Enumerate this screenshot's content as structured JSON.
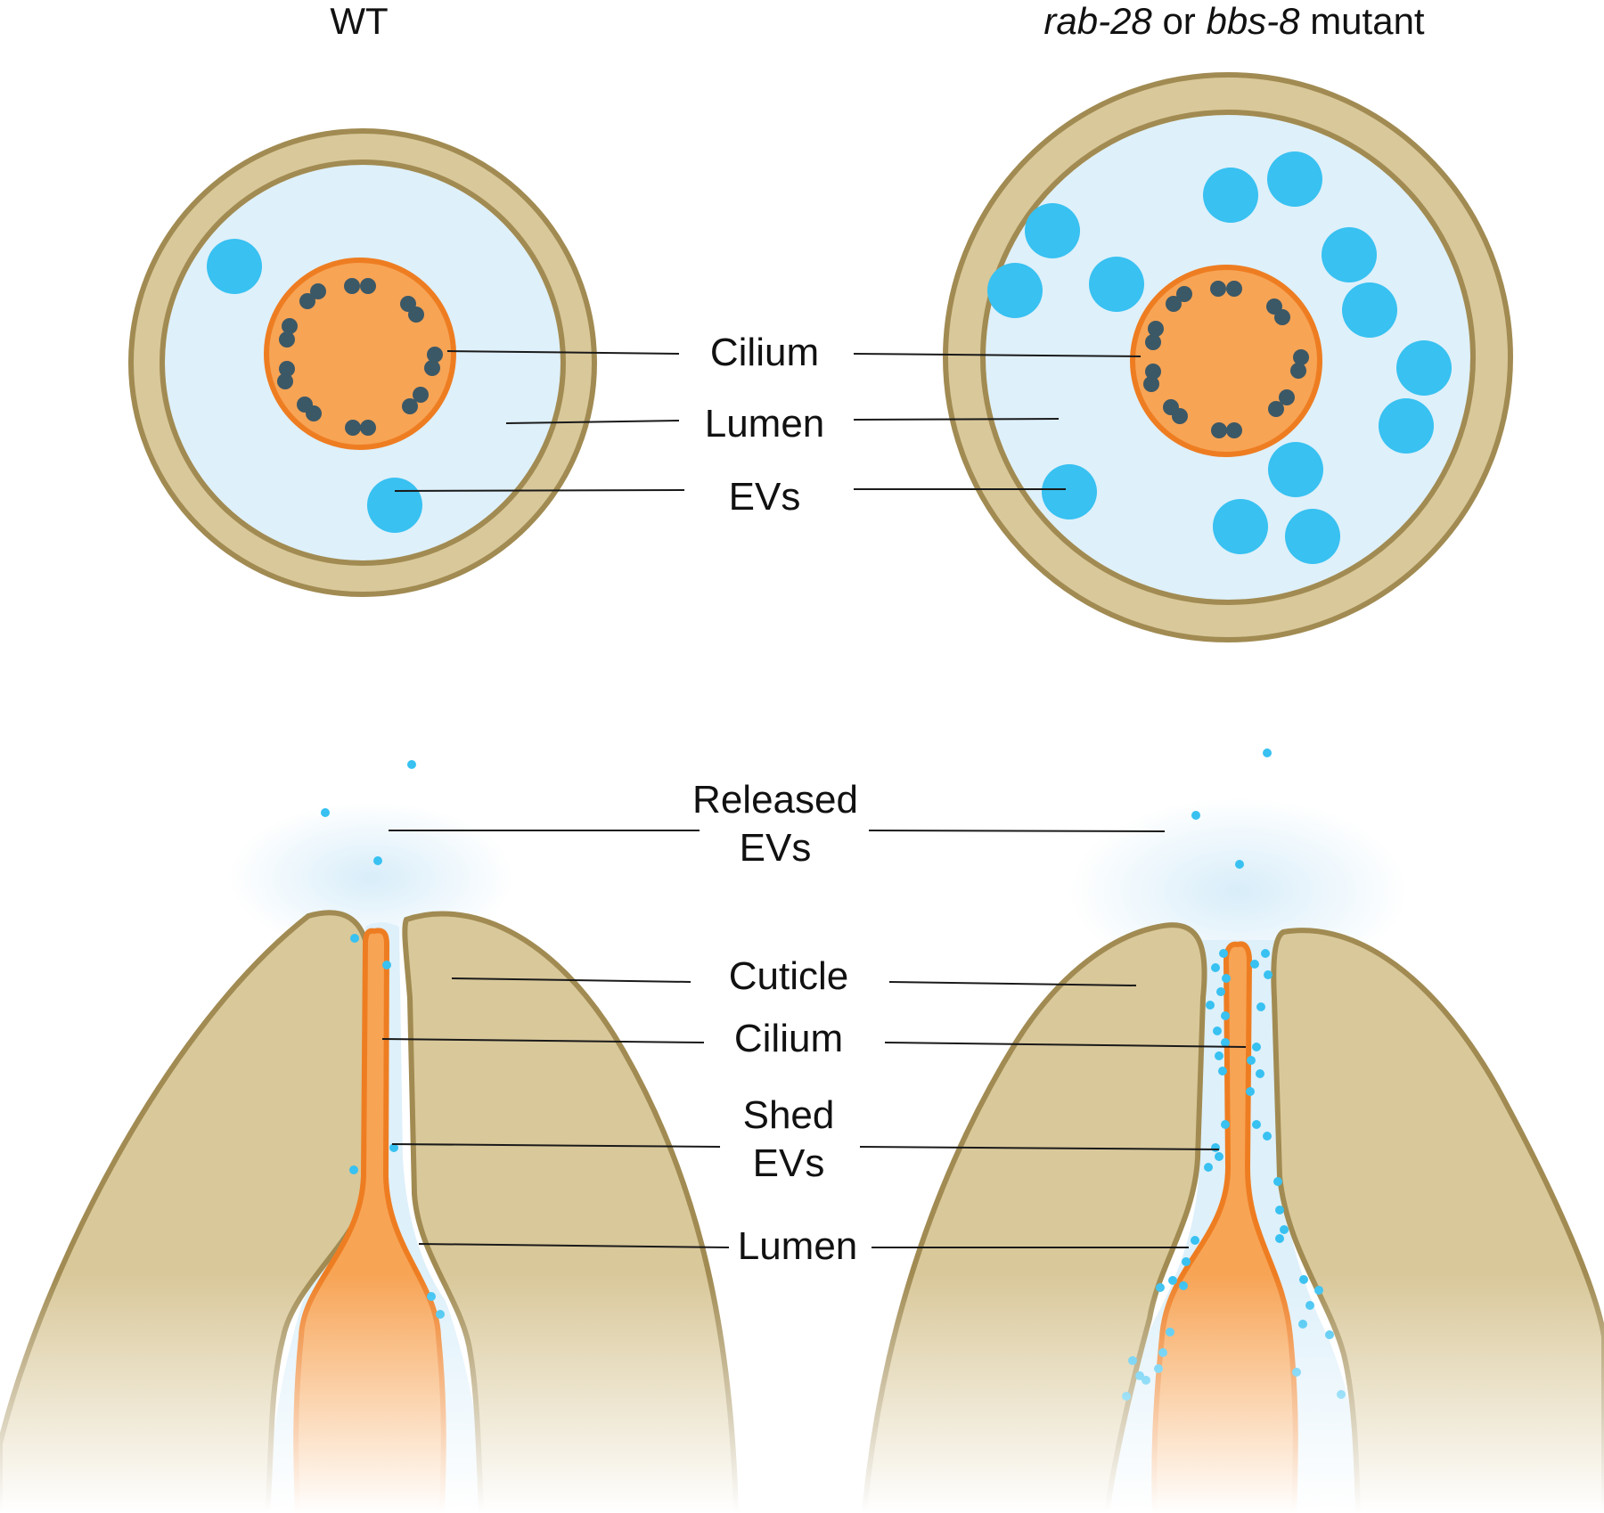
{
  "headers": {
    "wt": "WT",
    "mutant_rab": "rab-28",
    "mutant_or": " or ",
    "mutant_bbs": "bbs-8",
    "mutant_suffix": " mutant"
  },
  "cross_section_labels": {
    "cilium": "Cilium",
    "lumen": "Lumen",
    "evs": "EVs"
  },
  "longitudinal_labels": {
    "released_line1": "Released",
    "released_line2": "EVs",
    "cuticle": "Cuticle",
    "cilium": "Cilium",
    "shed_line1": "Shed",
    "shed_line2": "EVs",
    "lumen": "Lumen"
  },
  "colors": {
    "cuticle": "#d9c89a",
    "cuticle_outline": "#a18b52",
    "lumen": "#def0fa",
    "cilium_fill": "#f7a455",
    "cilium_outline": "#ee7d22",
    "ev": "#38c1f1",
    "microtubule_doublet": "#3b5866"
  }
}
